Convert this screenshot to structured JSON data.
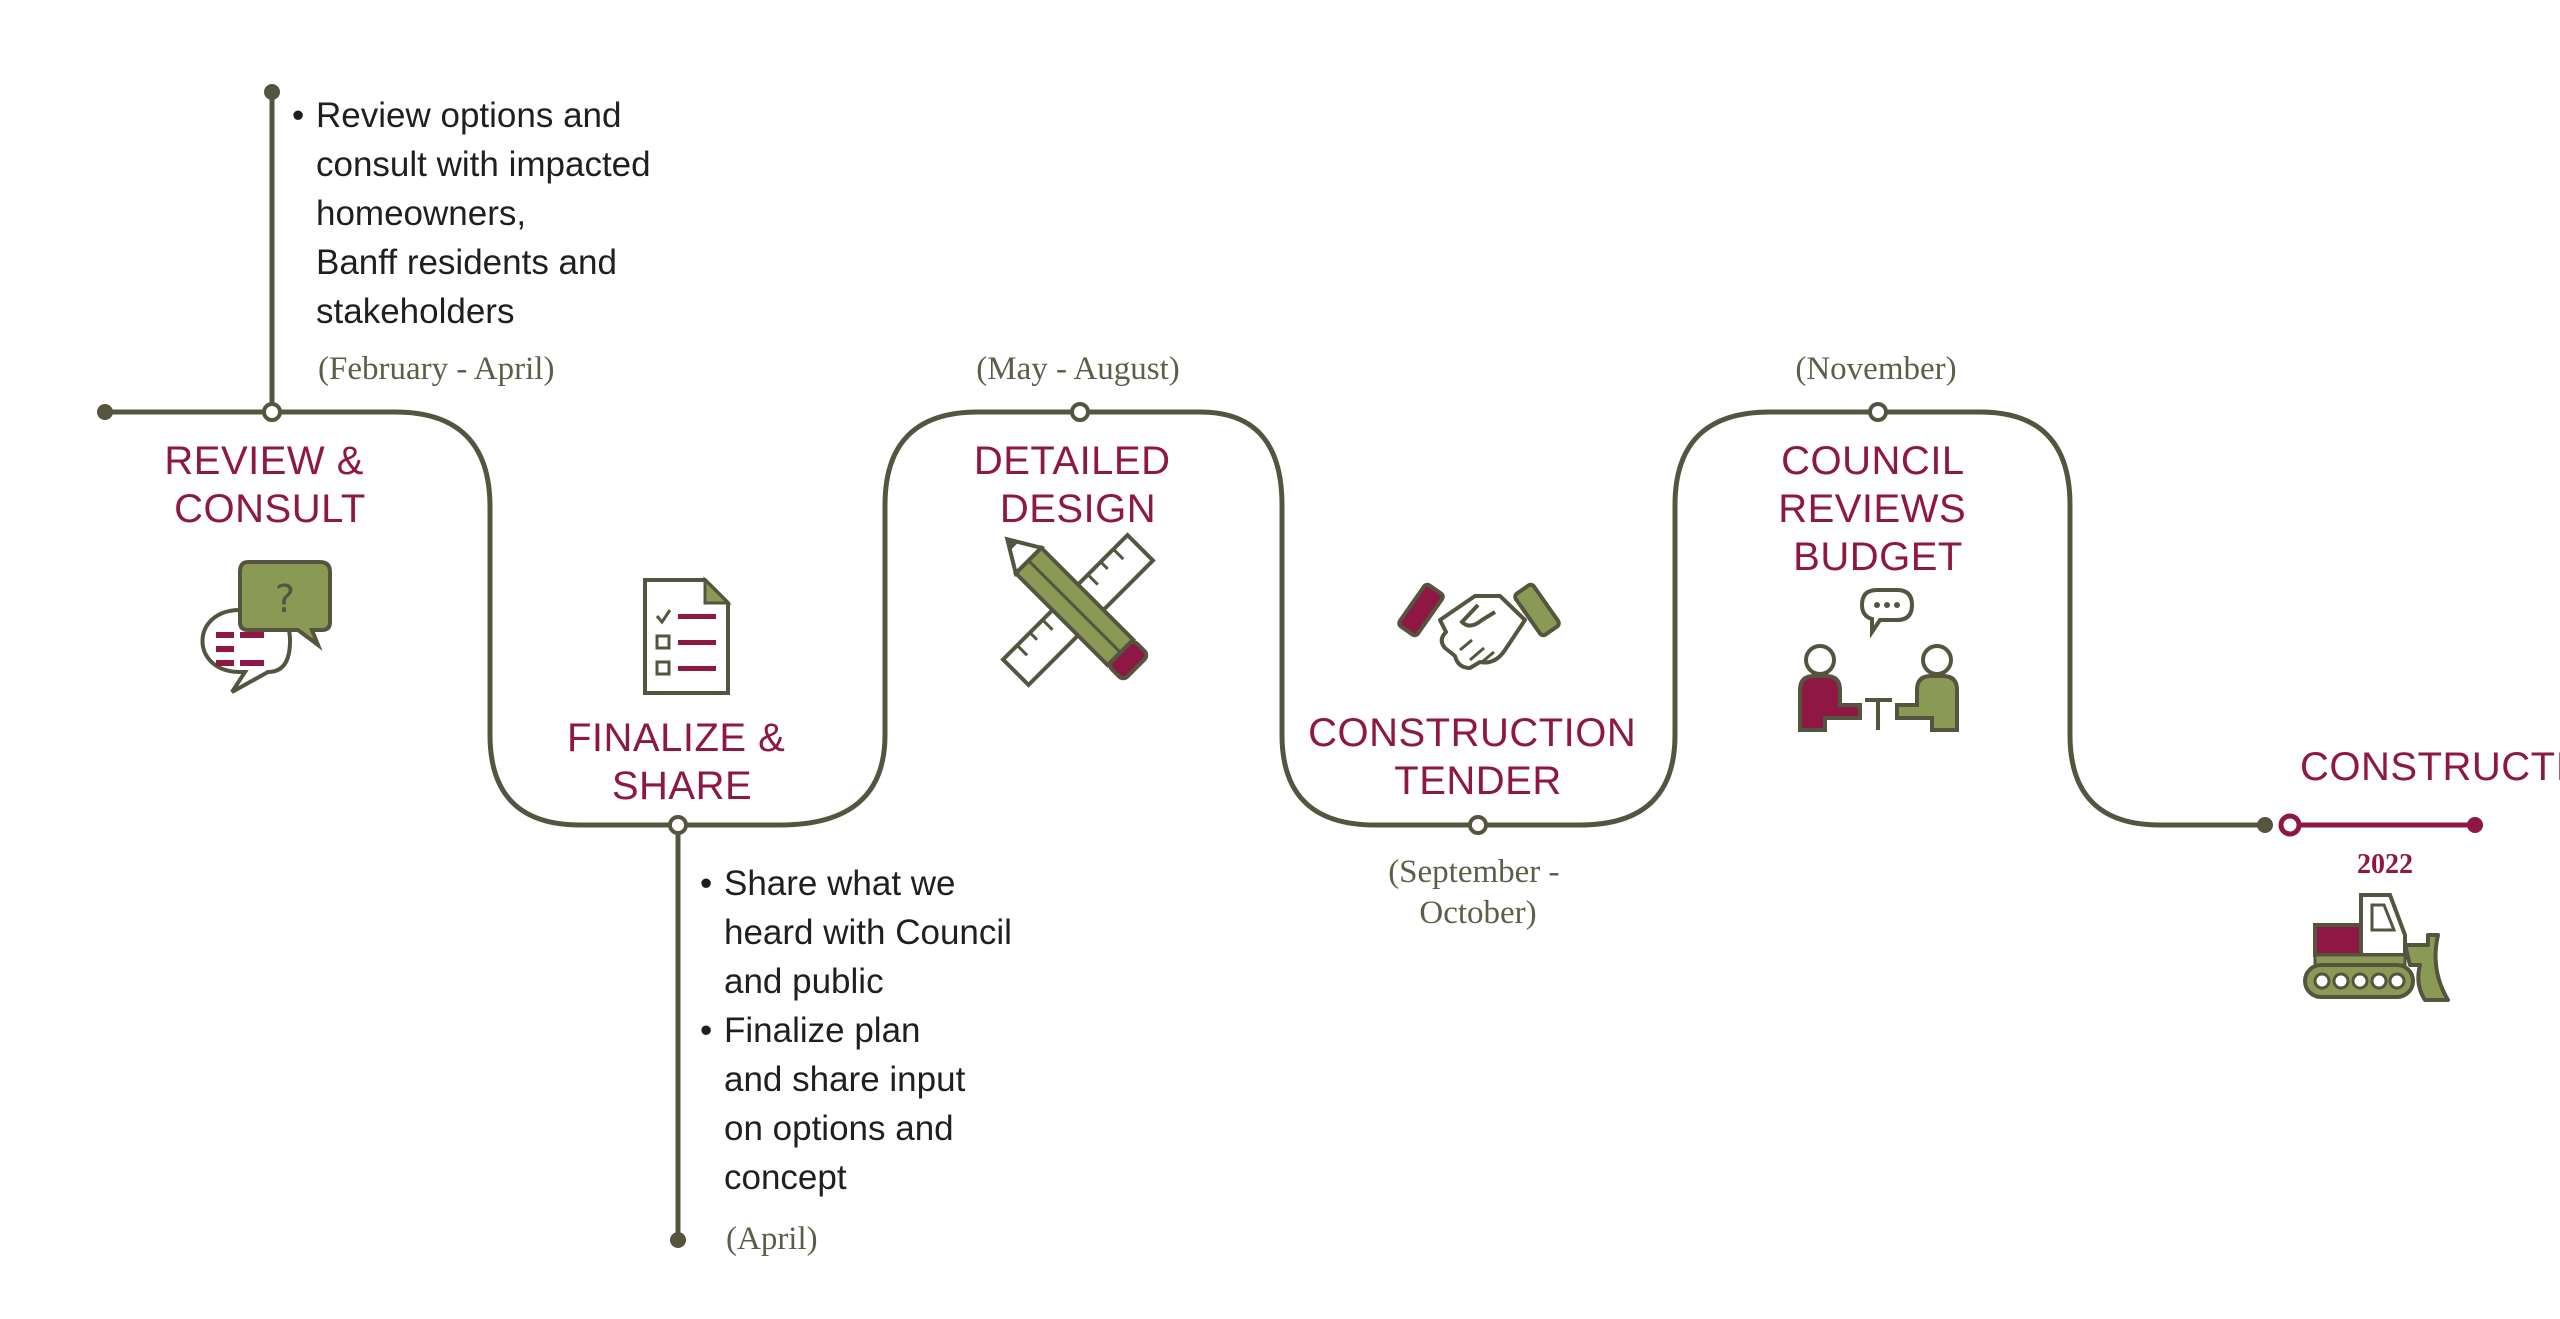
{
  "colors": {
    "line": "#55553f",
    "title": "#8f1743",
    "icon_green": "#8a9a55",
    "icon_red": "#8f1743",
    "date_text": "#5e5e48",
    "body_text": "#1f1f1f",
    "background": "#ffffff"
  },
  "stages": [
    {
      "title_lines": [
        "REVIEW &",
        "CONSULT"
      ],
      "date": "(February - April)",
      "bullets": [
        [
          "Review options and",
          "consult with impacted",
          "homeowners,",
          "Banff residents and",
          "stakeholders"
        ]
      ],
      "icon": "chat-question-icon"
    },
    {
      "title_lines": [
        "FINALIZE &",
        "SHARE"
      ],
      "date": "(April)",
      "bullets": [
        [
          "Share what we",
          "heard with Council",
          "and public"
        ],
        [
          "Finalize plan",
          "and share input",
          "on options and",
          "concept"
        ]
      ],
      "icon": "checklist-icon"
    },
    {
      "title_lines": [
        "DETAILED",
        "DESIGN"
      ],
      "date": "(May - August)",
      "bullets": [],
      "icon": "pencil-ruler-icon"
    },
    {
      "title_lines": [
        "CONSTRUCTION",
        "TENDER"
      ],
      "date_lines": [
        "(September -",
        "October)"
      ],
      "bullets": [],
      "icon": "handshake-icon"
    },
    {
      "title_lines": [
        "COUNCIL",
        "REVIEWS",
        "BUDGET"
      ],
      "date": "(November)",
      "bullets": [],
      "icon": "meeting-icon"
    },
    {
      "title_lines": [
        "CONSTRUCTION"
      ],
      "year": "2022",
      "bullets": [],
      "icon": "bulldozer-icon"
    }
  ]
}
